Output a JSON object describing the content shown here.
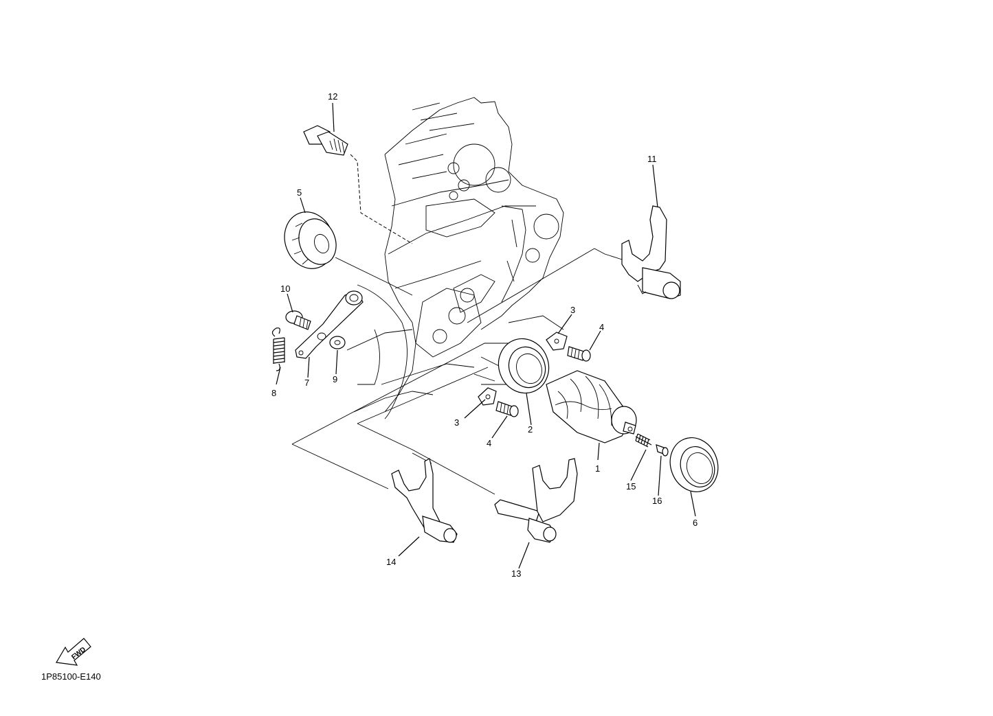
{
  "diagram_code": "1P85100-E140",
  "fwd_label": "FWD",
  "parts": [
    {
      "id": "p1",
      "label": "1"
    },
    {
      "id": "p2",
      "label": "2"
    },
    {
      "id": "p3a",
      "label": "3"
    },
    {
      "id": "p3b",
      "label": "3"
    },
    {
      "id": "p4a",
      "label": "4"
    },
    {
      "id": "p4b",
      "label": "4"
    },
    {
      "id": "p5",
      "label": "5"
    },
    {
      "id": "p6",
      "label": "6"
    },
    {
      "id": "p7",
      "label": "7"
    },
    {
      "id": "p8",
      "label": "8"
    },
    {
      "id": "p9",
      "label": "9"
    },
    {
      "id": "p10",
      "label": "10"
    },
    {
      "id": "p11",
      "label": "11"
    },
    {
      "id": "p12",
      "label": "12"
    },
    {
      "id": "p13",
      "label": "13"
    },
    {
      "id": "p14",
      "label": "14"
    },
    {
      "id": "p15",
      "label": "15"
    },
    {
      "id": "p16",
      "label": "16"
    }
  ]
}
